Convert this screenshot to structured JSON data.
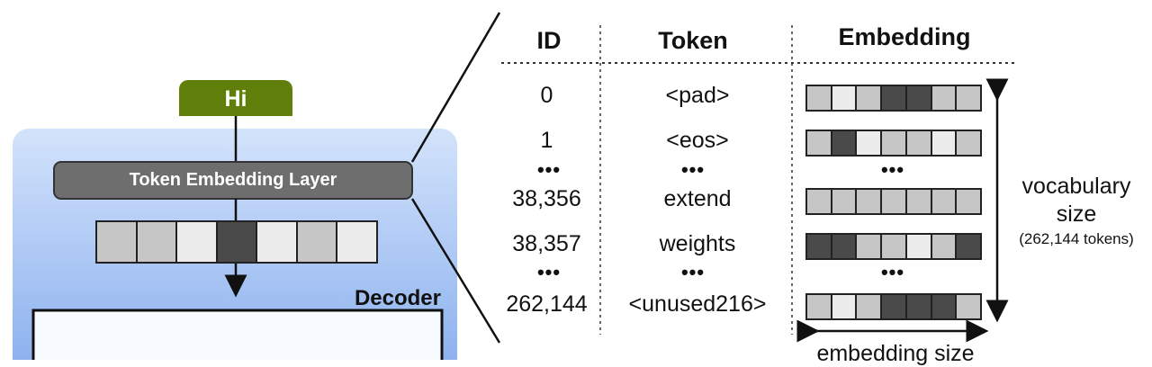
{
  "input_token": "Hi",
  "embedding_layer_label": "Token Embedding Layer",
  "decoder_label": "Decoder",
  "input_vector_shades": [
    "#c6c6c6",
    "#c6c6c6",
    "#ececec",
    "#4a4a4a",
    "#ececec",
    "#c6c6c6",
    "#ececec"
  ],
  "table": {
    "headers": {
      "id": "ID",
      "token": "Token",
      "embedding": "Embedding"
    },
    "ellipsis": "•••",
    "rows": [
      {
        "id": "0",
        "token": "<pad>",
        "shades": [
          "#c6c6c6",
          "#ececec",
          "#c6c6c6",
          "#4a4a4a",
          "#4a4a4a",
          "#c6c6c6",
          "#c6c6c6"
        ]
      },
      {
        "id": "1",
        "token": "<eos>",
        "shades": [
          "#c6c6c6",
          "#4a4a4a",
          "#ececec",
          "#c6c6c6",
          "#c6c6c6",
          "#ececec",
          "#c6c6c6"
        ]
      },
      {
        "id": "38,356",
        "token": "extend",
        "shades": [
          "#c6c6c6",
          "#c6c6c6",
          "#c6c6c6",
          "#c6c6c6",
          "#c6c6c6",
          "#c6c6c6",
          "#c6c6c6"
        ]
      },
      {
        "id": "38,357",
        "token": "weights",
        "shades": [
          "#4a4a4a",
          "#4a4a4a",
          "#c6c6c6",
          "#c6c6c6",
          "#ececec",
          "#c6c6c6",
          "#4a4a4a"
        ]
      },
      {
        "id": "262,144",
        "token": "<unused216>",
        "shades": [
          "#c6c6c6",
          "#ececec",
          "#c6c6c6",
          "#4a4a4a",
          "#4a4a4a",
          "#4a4a4a",
          "#c6c6c6"
        ]
      }
    ]
  },
  "vocab_label_line1": "vocabulary",
  "vocab_label_line2": "size",
  "vocab_sub": "(262,144 tokens)",
  "embedding_size_label": "embedding size",
  "colors": {
    "green": "#5f7f0a",
    "decoder_top": "#cfe0fb",
    "decoder_bottom": "#8db2ee",
    "layer_gray": "#6e6e6e"
  }
}
